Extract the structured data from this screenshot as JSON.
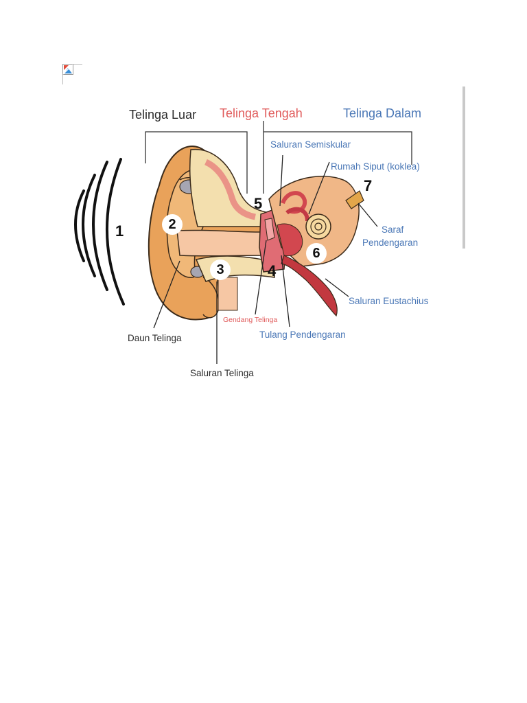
{
  "headers": {
    "outer": "Telinga Luar",
    "middle": "Telinga Tengah",
    "inner": "Telinga Dalam"
  },
  "labels": {
    "semicircular": "Saluran Semiskular",
    "cochlea": "Rumah Siput (koklea)",
    "auditory_nerve_line1": "Saraf",
    "auditory_nerve_line2": "Pendengaran",
    "eustachian": "Saluran Eustachius",
    "eardrum": "Gendang Telinga",
    "ossicles": "Tulang Pendengaran",
    "pinna": "Daun Telinga",
    "ear_canal": "Saluran Telinga"
  },
  "numbers": {
    "n1": "1",
    "n2": "2",
    "n3": "3",
    "n4": "4",
    "n5": "5",
    "n6": "6",
    "n7": "7"
  },
  "colors": {
    "outer_header": "#2b2b2b",
    "middle_header": "#e05a5a",
    "inner_header": "#4a77b6",
    "skin": "#e9a25a",
    "bone": "#f3dfae",
    "canal": "#f6c7a4",
    "tissue_red": "#d2474f"
  },
  "icons": {
    "broken_image": "broken-image-icon"
  }
}
